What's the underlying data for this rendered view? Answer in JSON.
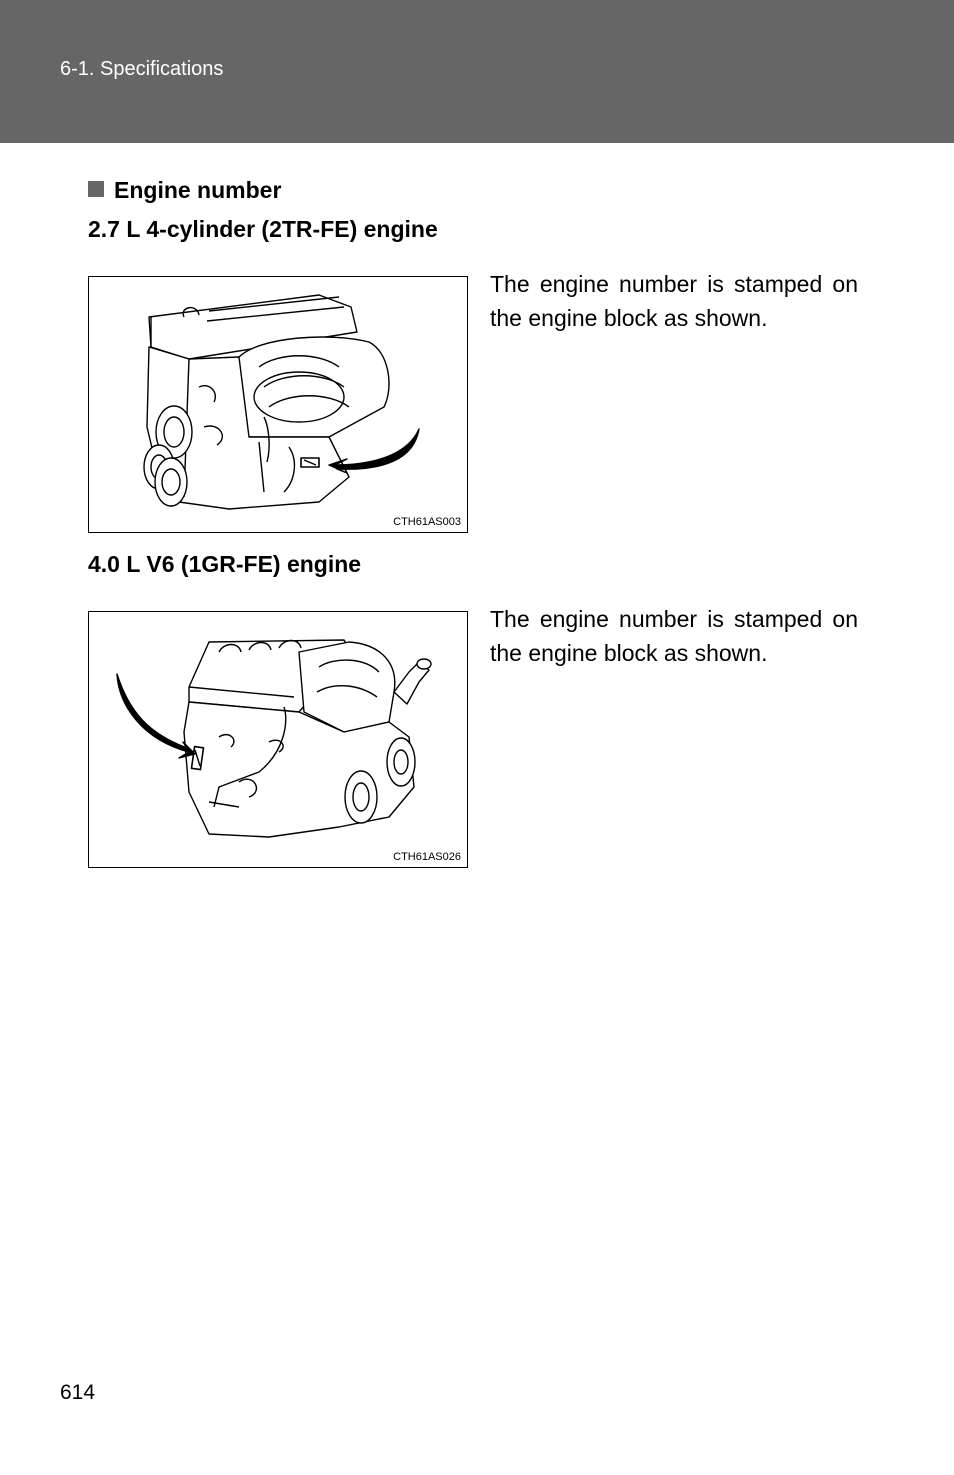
{
  "header": {
    "breadcrumb": "6-1. Specifications",
    "color": "#666666"
  },
  "section": {
    "title": "Engine number",
    "marker_icon": "square-bullet-icon"
  },
  "engines": [
    {
      "name": "2.7 L 4-cylinder (2TR-FE) engine",
      "figure_code": "CTH61AS003",
      "description": "The engine number is stamped on the engine block as shown."
    },
    {
      "name": "4.0 L V6 (1GR-FE) engine",
      "figure_code": "CTH61AS026",
      "description": "The engine number is stamped on the engine block as shown."
    }
  ],
  "footer": {
    "page_number": "614"
  }
}
